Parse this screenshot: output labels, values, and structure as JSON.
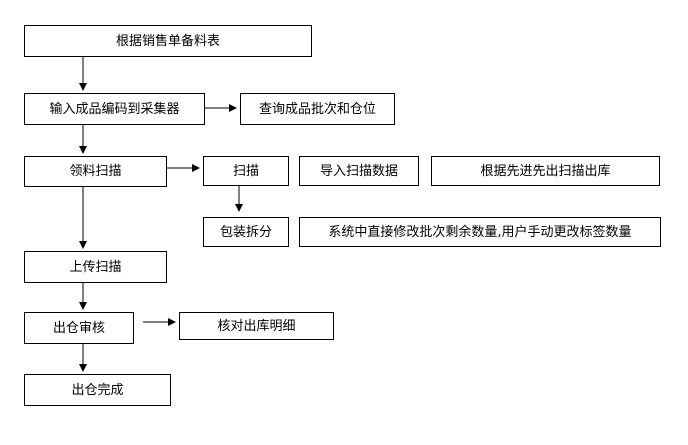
{
  "diagram": {
    "nodes": {
      "bom_table": "根据销售单备料表",
      "input_code": "输入成品编码到采集器",
      "query_batch": "查询成品批次和仓位",
      "pick_scan": "领料扫描",
      "scan": "扫描",
      "import_scan_data": "导入扫描数据",
      "fifo_scan_out": "根据先进先出扫描出库",
      "split_pack": "包装拆分",
      "system_modify_qty": "系统中直接修改批次剩余数量,用户手动更改标签数量",
      "upload_scan": "上传扫描",
      "outbound_review": "出仓审核",
      "check_details": "核对出库明细",
      "outbound_complete": "出仓完成"
    }
  }
}
